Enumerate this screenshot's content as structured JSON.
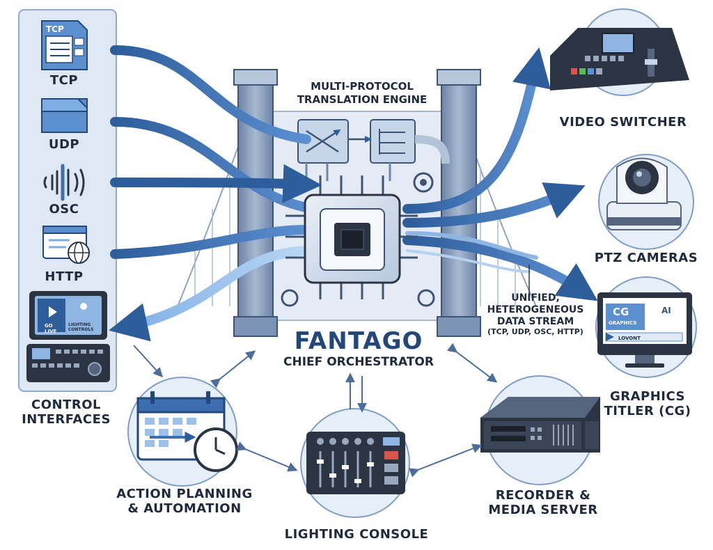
{
  "protocols": [
    {
      "label": "TCP",
      "icon": "document-icon",
      "icon_text": "TCP"
    },
    {
      "label": "UDP",
      "icon": "folder-icon"
    },
    {
      "label": "OSC",
      "icon": "soundwave-icon"
    },
    {
      "label": "HTTP",
      "icon": "browser-globe-icon"
    }
  ],
  "control_interfaces": {
    "label": "CONTROL\nINTERFACES",
    "tablet_left_text": "GO\nLIVE",
    "tablet_right_text": "LIGHTING\nCONTROLS"
  },
  "engine": {
    "label": "MULTI-PROTOCOL\nTRANSLATION ENGINE"
  },
  "orchestrator": {
    "title": "FANTAGO",
    "subtitle": "CHIEF ORCHESTRATOR"
  },
  "stream": {
    "label": "UNIFIED,\nHETEROGENEOUS\nDATA STREAM",
    "detail": "(TCP, UDP, OSC, HTTP)"
  },
  "devices": {
    "video_switcher": "VIDEO SWITCHER",
    "ptz": "PTZ CAMERAS",
    "graphics": "GRAPHICS\nTITLER (CG)",
    "graphics_screen": {
      "cg": "CG",
      "graphics": "GRAPHICS",
      "ai": "AI",
      "lower_third": "LOVONT"
    },
    "recorder": "RECORDER &\nMEDIA SERVER",
    "lighting": "LIGHTING CONSOLE",
    "action": "ACTION PLANNING\n& AUTOMATION"
  },
  "colors": {
    "accent_dark": "#23477a",
    "accent_mid": "#3d6fb0",
    "accent_light": "#9cc0e8",
    "panel_bg": "#dde8f4",
    "circle_bg": "#e6eef8",
    "device_dark": "#2b3443"
  }
}
